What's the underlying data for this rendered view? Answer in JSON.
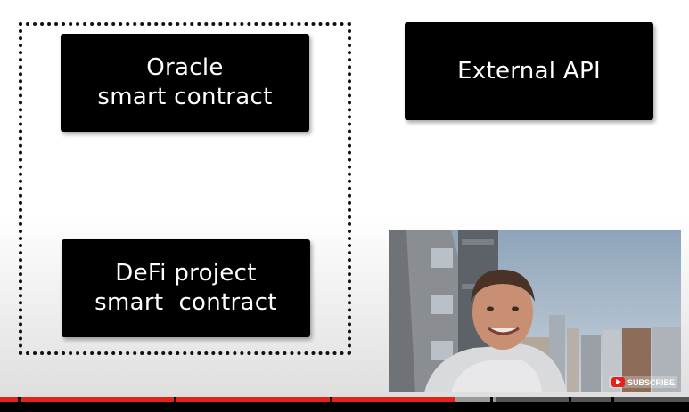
{
  "slide": {
    "oracle_box": [
      "Oracle",
      "smart contract"
    ],
    "api_box": [
      "External API"
    ],
    "defi_box": [
      "DeFi project",
      "smart  contract"
    ]
  },
  "video_overlay": {
    "subscribe_label": "SUBSCRIBE",
    "subscribe_icon": "youtube-play-icon"
  },
  "player": {
    "progress_fraction": 0.66,
    "buffered_fraction": 0.72,
    "colors": {
      "played": "#e62117",
      "buffered": "#999999",
      "track": "#555555"
    }
  }
}
